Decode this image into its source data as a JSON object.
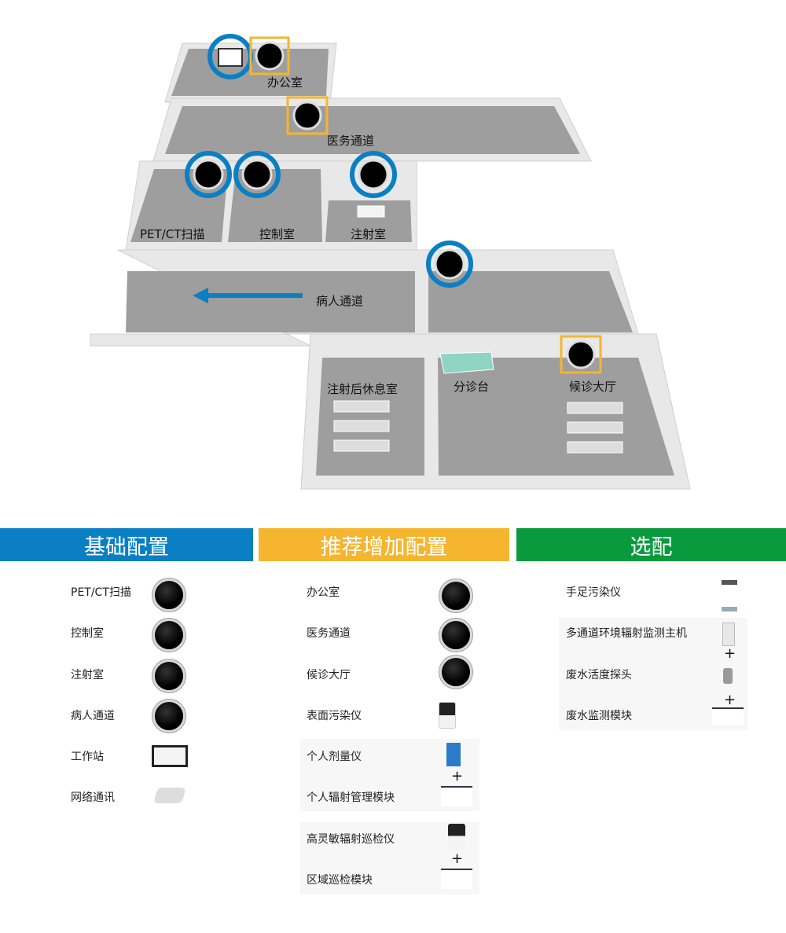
{
  "rooms": {
    "office": "办公室",
    "medical_corridor": "医务通道",
    "pet_ct": "PET/CT扫描",
    "control": "控制室",
    "injection": "注射室",
    "patient_corridor": "病人通道",
    "rest": "注射后休息室",
    "triage": "分诊台",
    "waiting": "候诊大厅"
  },
  "colors": {
    "basic": "#0a7fc4",
    "recommended": "#f5b52e",
    "optional": "#0a9a3e"
  },
  "sections": {
    "basic": {
      "title": "基础配置",
      "items": [
        "PET/CT扫描",
        "控制室",
        "注射室",
        "病人通道",
        "工作站",
        "网络通讯"
      ]
    },
    "recommended": {
      "title": "推荐增加配置",
      "items": [
        "办公室",
        "医务通道",
        "候诊大厅",
        "表面污染仪",
        "个人剂量仪",
        "个人辐射管理模块",
        "高灵敏辐射巡检仪",
        "区域巡检模块"
      ]
    },
    "optional": {
      "title": "选配",
      "items": [
        "手足污染仪",
        "多通道环境辐射监测主机",
        "废水活度探头",
        "废水监测模块"
      ]
    }
  },
  "plus": "+"
}
